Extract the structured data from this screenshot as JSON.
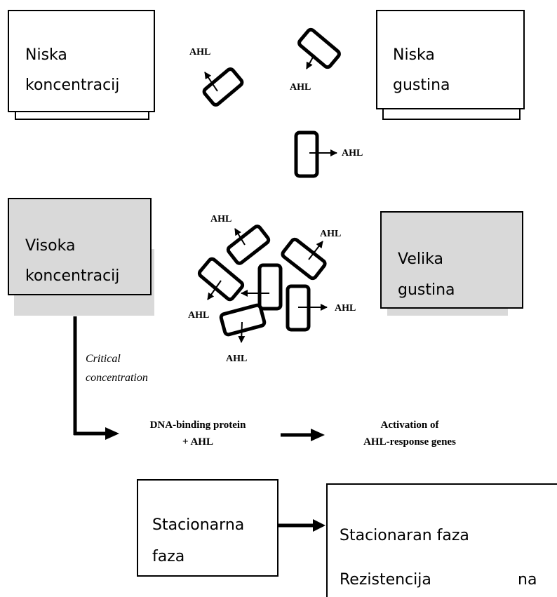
{
  "low": {
    "concentration_line1": "Niska",
    "concentration_line2": "koncentracij",
    "density_line1": "Niska",
    "density_line2": "gustina",
    "ahl_label": "AHL"
  },
  "high": {
    "concentration_line1": "Visoka",
    "concentration_line2": "koncentracij",
    "density_line1": "Velika",
    "density_line2": "gustina",
    "ahl_label": "AHL"
  },
  "pathway": {
    "critical_line1": "Critical",
    "critical_line2": "concentration",
    "protein_line1": "DNA-binding protein",
    "protein_line2": "+ AHL",
    "activation_line1": "Activation of",
    "activation_line2": "AHL-response genes"
  },
  "phase": {
    "stationary_line1": "Stacionarna",
    "stationary_line2": "faza",
    "result_line1": "Stacionaran faza",
    "result_line2_word1": "Rezistencija",
    "result_line2_word2": "na"
  },
  "colors": {
    "gray_box": "#d9d9d9",
    "stroke": "#000000"
  }
}
